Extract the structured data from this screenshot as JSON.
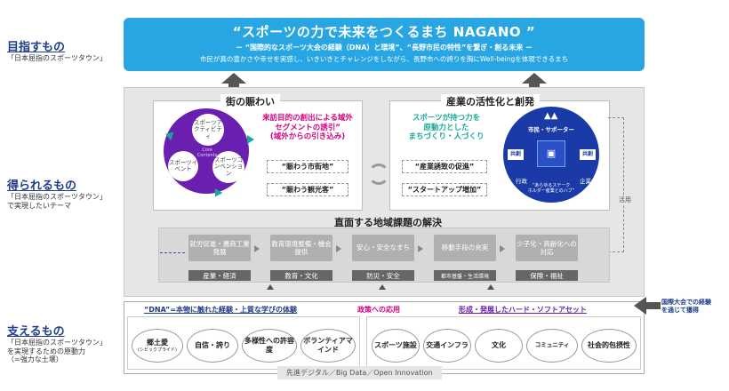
{
  "left_labels": {
    "goal": {
      "title": "目指すもの",
      "sub": "「日本屈指のスポーツタウン」"
    },
    "gain": {
      "title": "得られるもの",
      "sub1": "「日本屈指のスポーツタウン」",
      "sub2": "で実現したいテーマ"
    },
    "support": {
      "title": "支えるもの",
      "sub1": "「日本屈指のスポーツタウン」",
      "sub2": "を実現するための原動力",
      "sub3": "（=強力な土壌）"
    }
  },
  "banner": {
    "title": "“スポーツの力で未来をつくるまち NAGANO ”",
    "subtitle": "－ “国際的なスポーツ大会の経験（DNA）と環境”、“長野市民の特性”を繋ぎ・創る未来 －",
    "desc": "市民が真の豊かさや幸せを実感し、いきいきとチャレンジをしながら、長野市への誇りを胸にWell-beingを体現できるまち"
  },
  "left_panel": {
    "title": "街の賑わい",
    "circles": [
      "スポーツアクティビティ",
      "スポーツイベント",
      "スポーツコンベンション"
    ],
    "core": "Core Contents",
    "heading_line1": "来訪目的の創出による域外",
    "heading_line2": "セグメントの誘引”",
    "heading_line3": "(域外からの引き込み)",
    "box1": "“賑わう市街地”",
    "box2": "“賑わう観光客”"
  },
  "right_panel": {
    "title": "産業の活性化と創発",
    "heading_line1": "スポーツが持つ力を",
    "heading_line2": "原動力とした",
    "heading_line3": "まちづくり・人づくり",
    "box1": "“産業誘致の促進”",
    "box2": "“スタートアップ増加”",
    "hub_top": "市民・サポーター",
    "hub_left_tag": "共創",
    "hub_right_tag": "共創",
    "hub_left": "行政",
    "hub_right": "企業",
    "hub_bottom1": "“あらゆるステーク",
    "hub_bottom2": "ホルダー産業とのハブ”",
    "side_label": "活用"
  },
  "issues": {
    "title": "直面する地域課題の解決",
    "items": [
      {
        "text": "就労促進・農商工業発展",
        "label": "産業・経済"
      },
      {
        "text": "教育環境整備・機会提供",
        "label": "教育・文化"
      },
      {
        "text": "安心・安全なまち",
        "label": "防災・安全"
      },
      {
        "text": "移動手段の充実",
        "label": "都市基盤・生活環境"
      },
      {
        "text": "少子化・高齢化への対応",
        "label": "保険・福祉"
      }
    ]
  },
  "bottom": {
    "left_heading": "“DNA”=本物に触れた経験・上質な学びの体験",
    "center_label": "政策への応用",
    "right_heading": "形成・発展したハード・ソフトアセット",
    "left_items": [
      {
        "main": "郷土愛",
        "small": "(シビックプライド)"
      },
      {
        "main": "自信・誇り",
        "small": ""
      },
      {
        "main": "多様性への許容度",
        "small": ""
      },
      {
        "main": "ボランティアマインド",
        "small": ""
      }
    ],
    "right_items": [
      {
        "main": "スポーツ施設"
      },
      {
        "main": "交通インフラ"
      },
      {
        "main": "文化"
      },
      {
        "main": "コミュニティ"
      },
      {
        "main": "社会的包摂性"
      }
    ],
    "footer": "先進デジタル／Big Data／Open Innovation",
    "side_note1": "国際大会での経験",
    "side_note2": "を通じて獲得"
  },
  "colors": {
    "banner": "#27a6e3",
    "purple": "#6a1fb0",
    "magenta": "#d6007e",
    "teal": "#18a898",
    "navy": "#1f3c8a",
    "blue_hub": "#1a3aa8"
  }
}
